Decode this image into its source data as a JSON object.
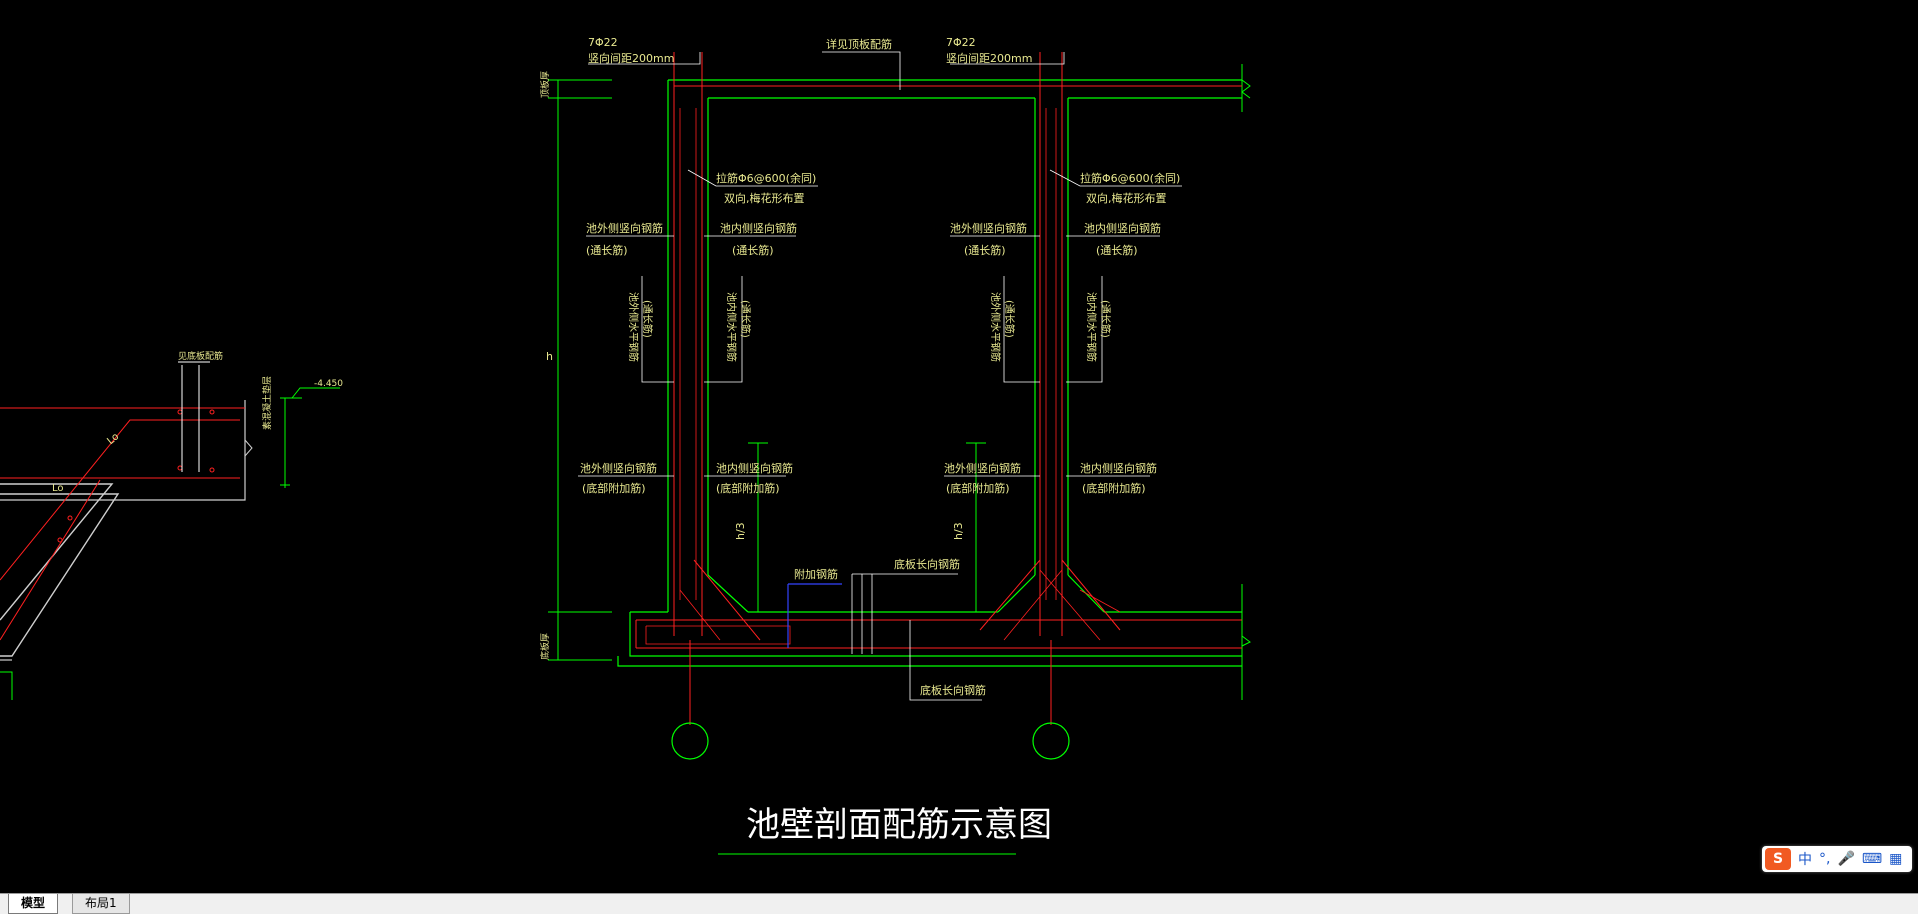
{
  "drawing": {
    "title": "池壁剖面配筋示意图",
    "left_wall": {
      "top_rebar": "7Φ22",
      "top_rebar_spacing": "竖向间距200mm",
      "tie_bar": "拉筋Φ6@600(余同)",
      "tie_bar_note": "双向,梅花形布置",
      "outer_vertical": "池外侧竖向钢筋",
      "outer_vertical_note": "(通长筋)",
      "inner_vertical": "池内侧竖向钢筋",
      "inner_vertical_note": "(通长筋)",
      "outer_horizontal": "池外侧水平钢筋",
      "outer_horizontal_note": "(通长筋)",
      "inner_horizontal": "池内侧水平钢筋",
      "inner_horizontal_note": "(通长筋)",
      "outer_vertical_bottom": "池外侧竖向钢筋",
      "outer_vertical_bottom_note": "(底部附加筋)",
      "inner_vertical_bottom": "池内侧竖向钢筋",
      "inner_vertical_bottom_note": "(底部附加筋)"
    },
    "right_wall": {
      "top_rebar": "7Φ22",
      "top_rebar_spacing": "竖向间距200mm",
      "tie_bar": "拉筋Φ6@600(余同)",
      "tie_bar_note": "双向,梅花形布置",
      "outer_vertical": "池外侧竖向钢筋",
      "outer_vertical_note": "(通长筋)",
      "inner_vertical": "池内侧竖向钢筋",
      "inner_vertical_note": "(通长筋)",
      "outer_horizontal": "池外侧水平钢筋",
      "outer_horizontal_note": "(通长筋)",
      "inner_horizontal": "池内侧水平钢筋",
      "inner_horizontal_note": "(通长筋)",
      "outer_vertical_bottom": "池外侧竖向钢筋",
      "outer_vertical_bottom_note": "(底部附加筋)",
      "inner_vertical_bottom": "池内侧竖向钢筋",
      "inner_vertical_bottom_note": "(底部附加筋)"
    },
    "top_slab_label": "详见顶板配筋",
    "slab_top_thickness": "顶板厚",
    "wall_height": "h",
    "left_third": "h/3",
    "right_third": "h/3",
    "additional_rebar": "附加钢筋",
    "bottom_long_top": "底板长向钢筋",
    "bottom_long_bottom": "底板长向钢筋",
    "bottom_thickness": "底板厚",
    "detail": {
      "label_top": "见底板配筋",
      "elevation": "-4.450",
      "label_lo_1": "Lo",
      "label_lo_2": "Lo",
      "side_label": "素混凝土垫层"
    }
  },
  "tabs": {
    "model": "模型",
    "layout1": "布局1"
  },
  "ime": {
    "logo": "S",
    "lang": "中",
    "punct": "°,",
    "mic": "🎤",
    "keyboard": "⌨",
    "grid": "▦"
  },
  "colors": {
    "wall": "#00ff00",
    "rebar": "#ff2020",
    "text": "#e8e890",
    "tie": "#2233ff"
  }
}
